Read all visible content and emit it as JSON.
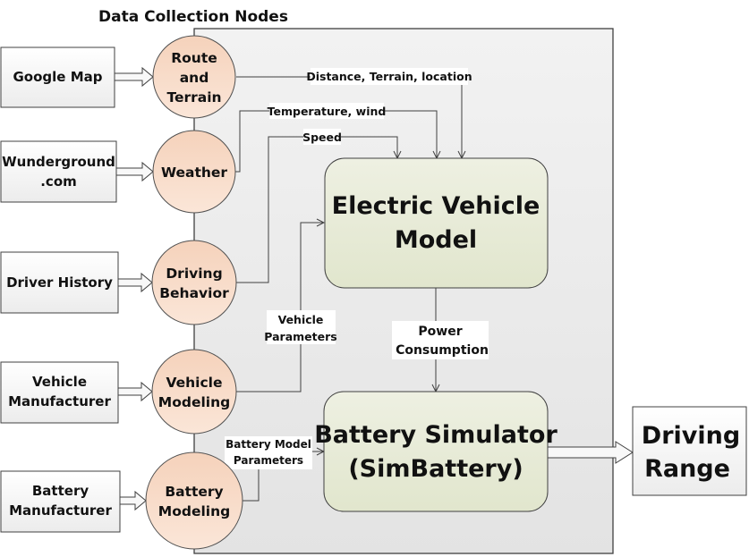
{
  "title": "Data Collection Nodes",
  "sources": [
    {
      "id": "google-map",
      "lines": [
        "Google Map"
      ]
    },
    {
      "id": "wunderground",
      "lines": [
        "Wunderground",
        ".com"
      ]
    },
    {
      "id": "driver-history",
      "lines": [
        "Driver History"
      ]
    },
    {
      "id": "vehicle-manufacturer",
      "lines": [
        "Vehicle",
        "Manufacturer"
      ]
    },
    {
      "id": "battery-manufacturer",
      "lines": [
        "Battery",
        "Manufacturer"
      ]
    }
  ],
  "nodes": [
    {
      "id": "route-terrain",
      "lines": [
        "Route",
        "and",
        "Terrain"
      ]
    },
    {
      "id": "weather",
      "lines": [
        "Weather"
      ]
    },
    {
      "id": "driving-behavior",
      "lines": [
        "Driving",
        "Behavior"
      ]
    },
    {
      "id": "vehicle-modeling",
      "lines": [
        "Vehicle",
        "Modeling"
      ]
    },
    {
      "id": "battery-modeling",
      "lines": [
        "Battery",
        "Modeling"
      ]
    }
  ],
  "edge_labels": {
    "distance": "Distance, Terrain, location",
    "temperature": "Temperature, wind",
    "speed": "Speed",
    "vehicle_params": [
      "Vehicle",
      "Parameters"
    ],
    "battery_params": [
      "Battery Model",
      "Parameters"
    ],
    "power": [
      "Power",
      "Consumption"
    ]
  },
  "ev_model": [
    "Electric Vehicle",
    "Model"
  ],
  "battery_sim": [
    "Battery Simulator",
    "(SimBattery)"
  ],
  "output": [
    "Driving",
    "Range"
  ],
  "colors": {
    "panel": "#ebebeb",
    "node_fill": "#f8dcc8",
    "model_fill": "#e8ecd8",
    "box_fill": "#f4f4f4",
    "stroke": "#404040"
  }
}
